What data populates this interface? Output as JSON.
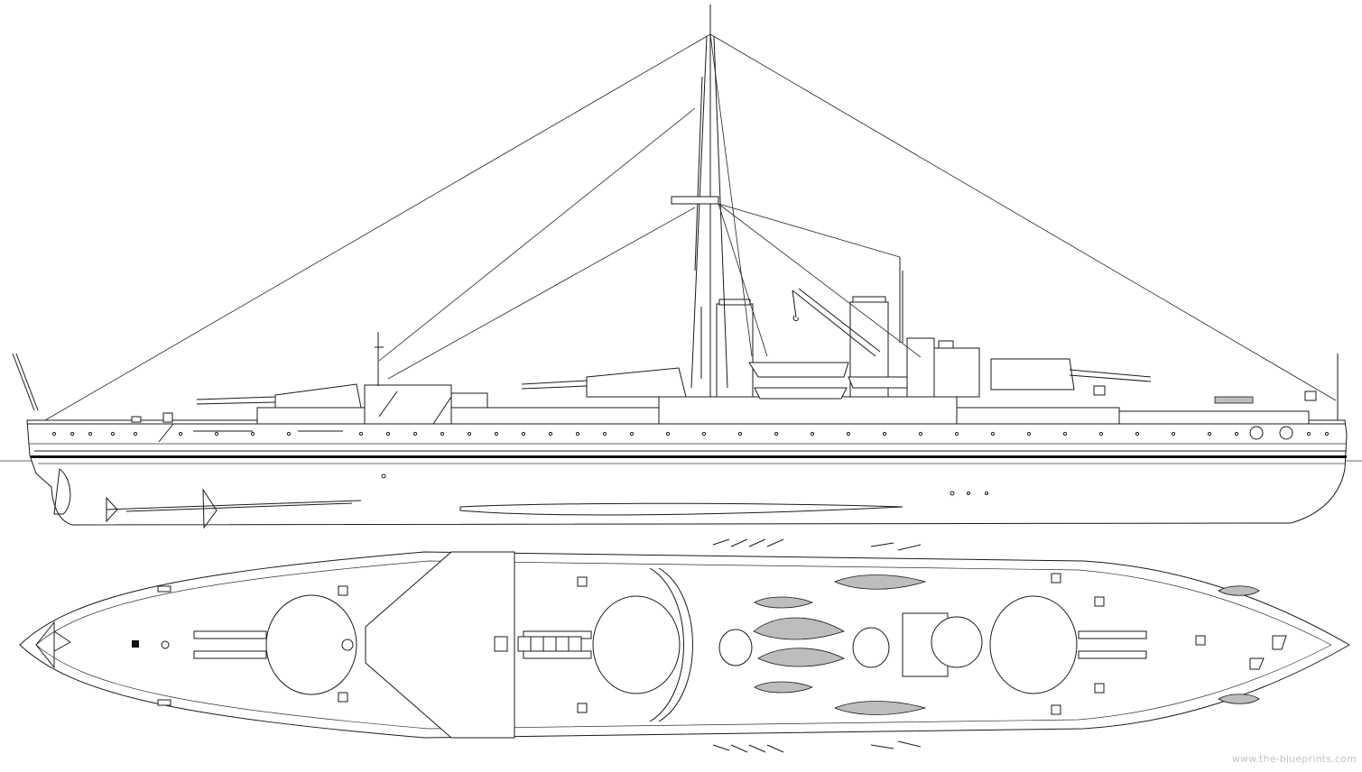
{
  "drawing": {
    "kind": "warship-blueprint",
    "views": [
      "side-profile",
      "top-plan"
    ],
    "line_color": "#1a1a1a",
    "background_color": "#ffffff",
    "watermark_color": "#c4c4c4"
  },
  "watermark": {
    "text": "www.the-blueprints.com"
  }
}
